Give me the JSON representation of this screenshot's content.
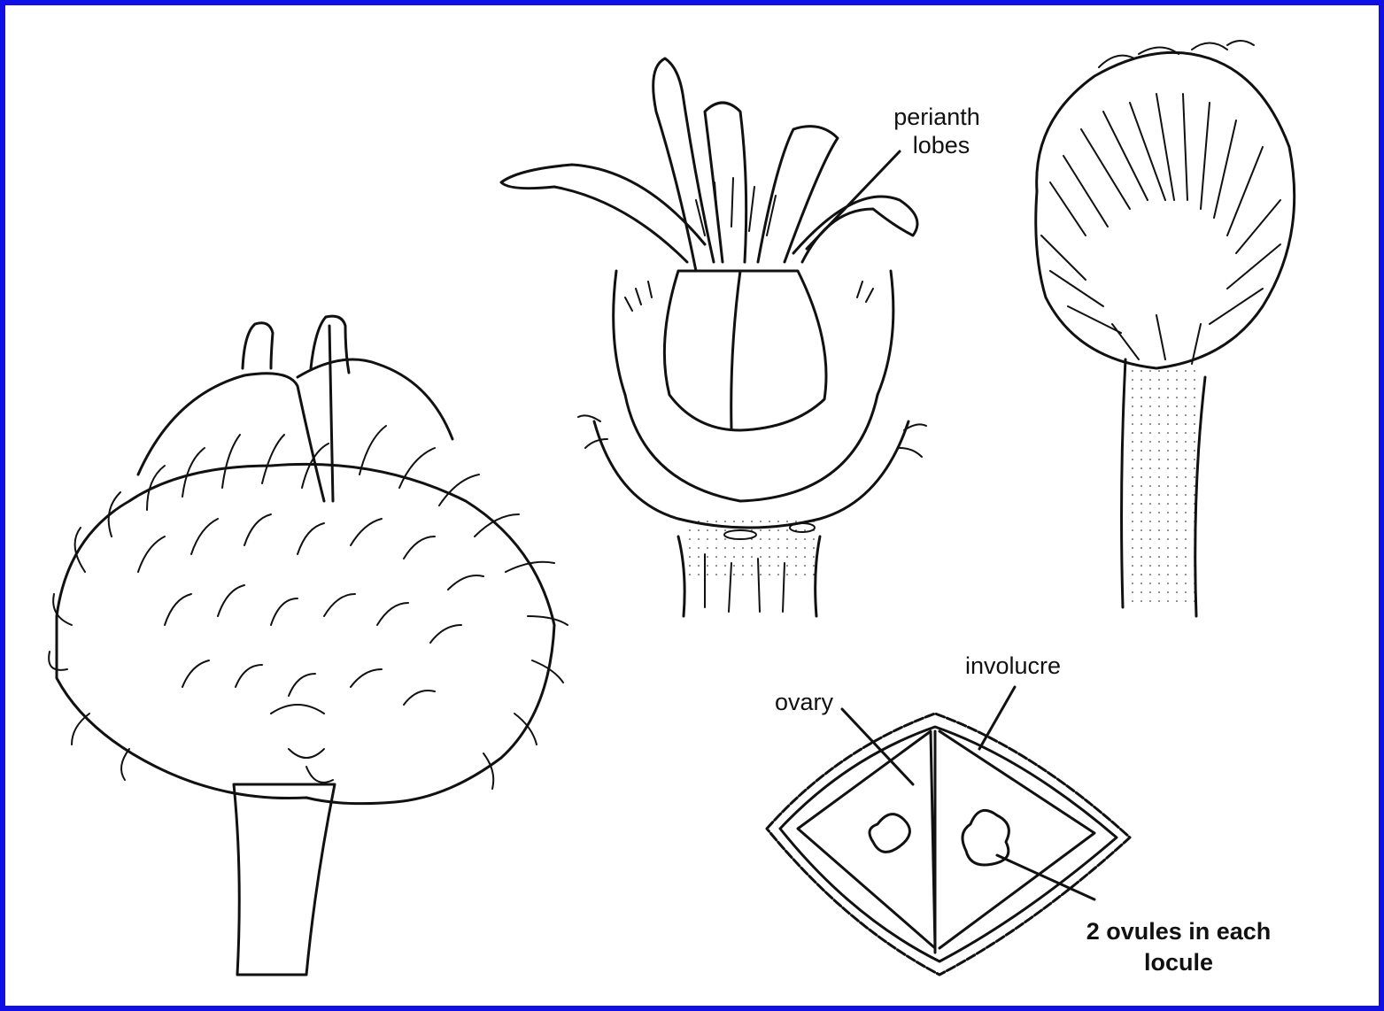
{
  "labels": {
    "perianth_line1": "perianth",
    "perianth_line2": "lobes",
    "involucre": "involucre",
    "ovary": "ovary",
    "ovules_line1": "2 ovules in each",
    "ovules_line2": "locule"
  },
  "colors": {
    "border": "#1010e6",
    "ink": "#111111",
    "background": "#ffffff"
  }
}
